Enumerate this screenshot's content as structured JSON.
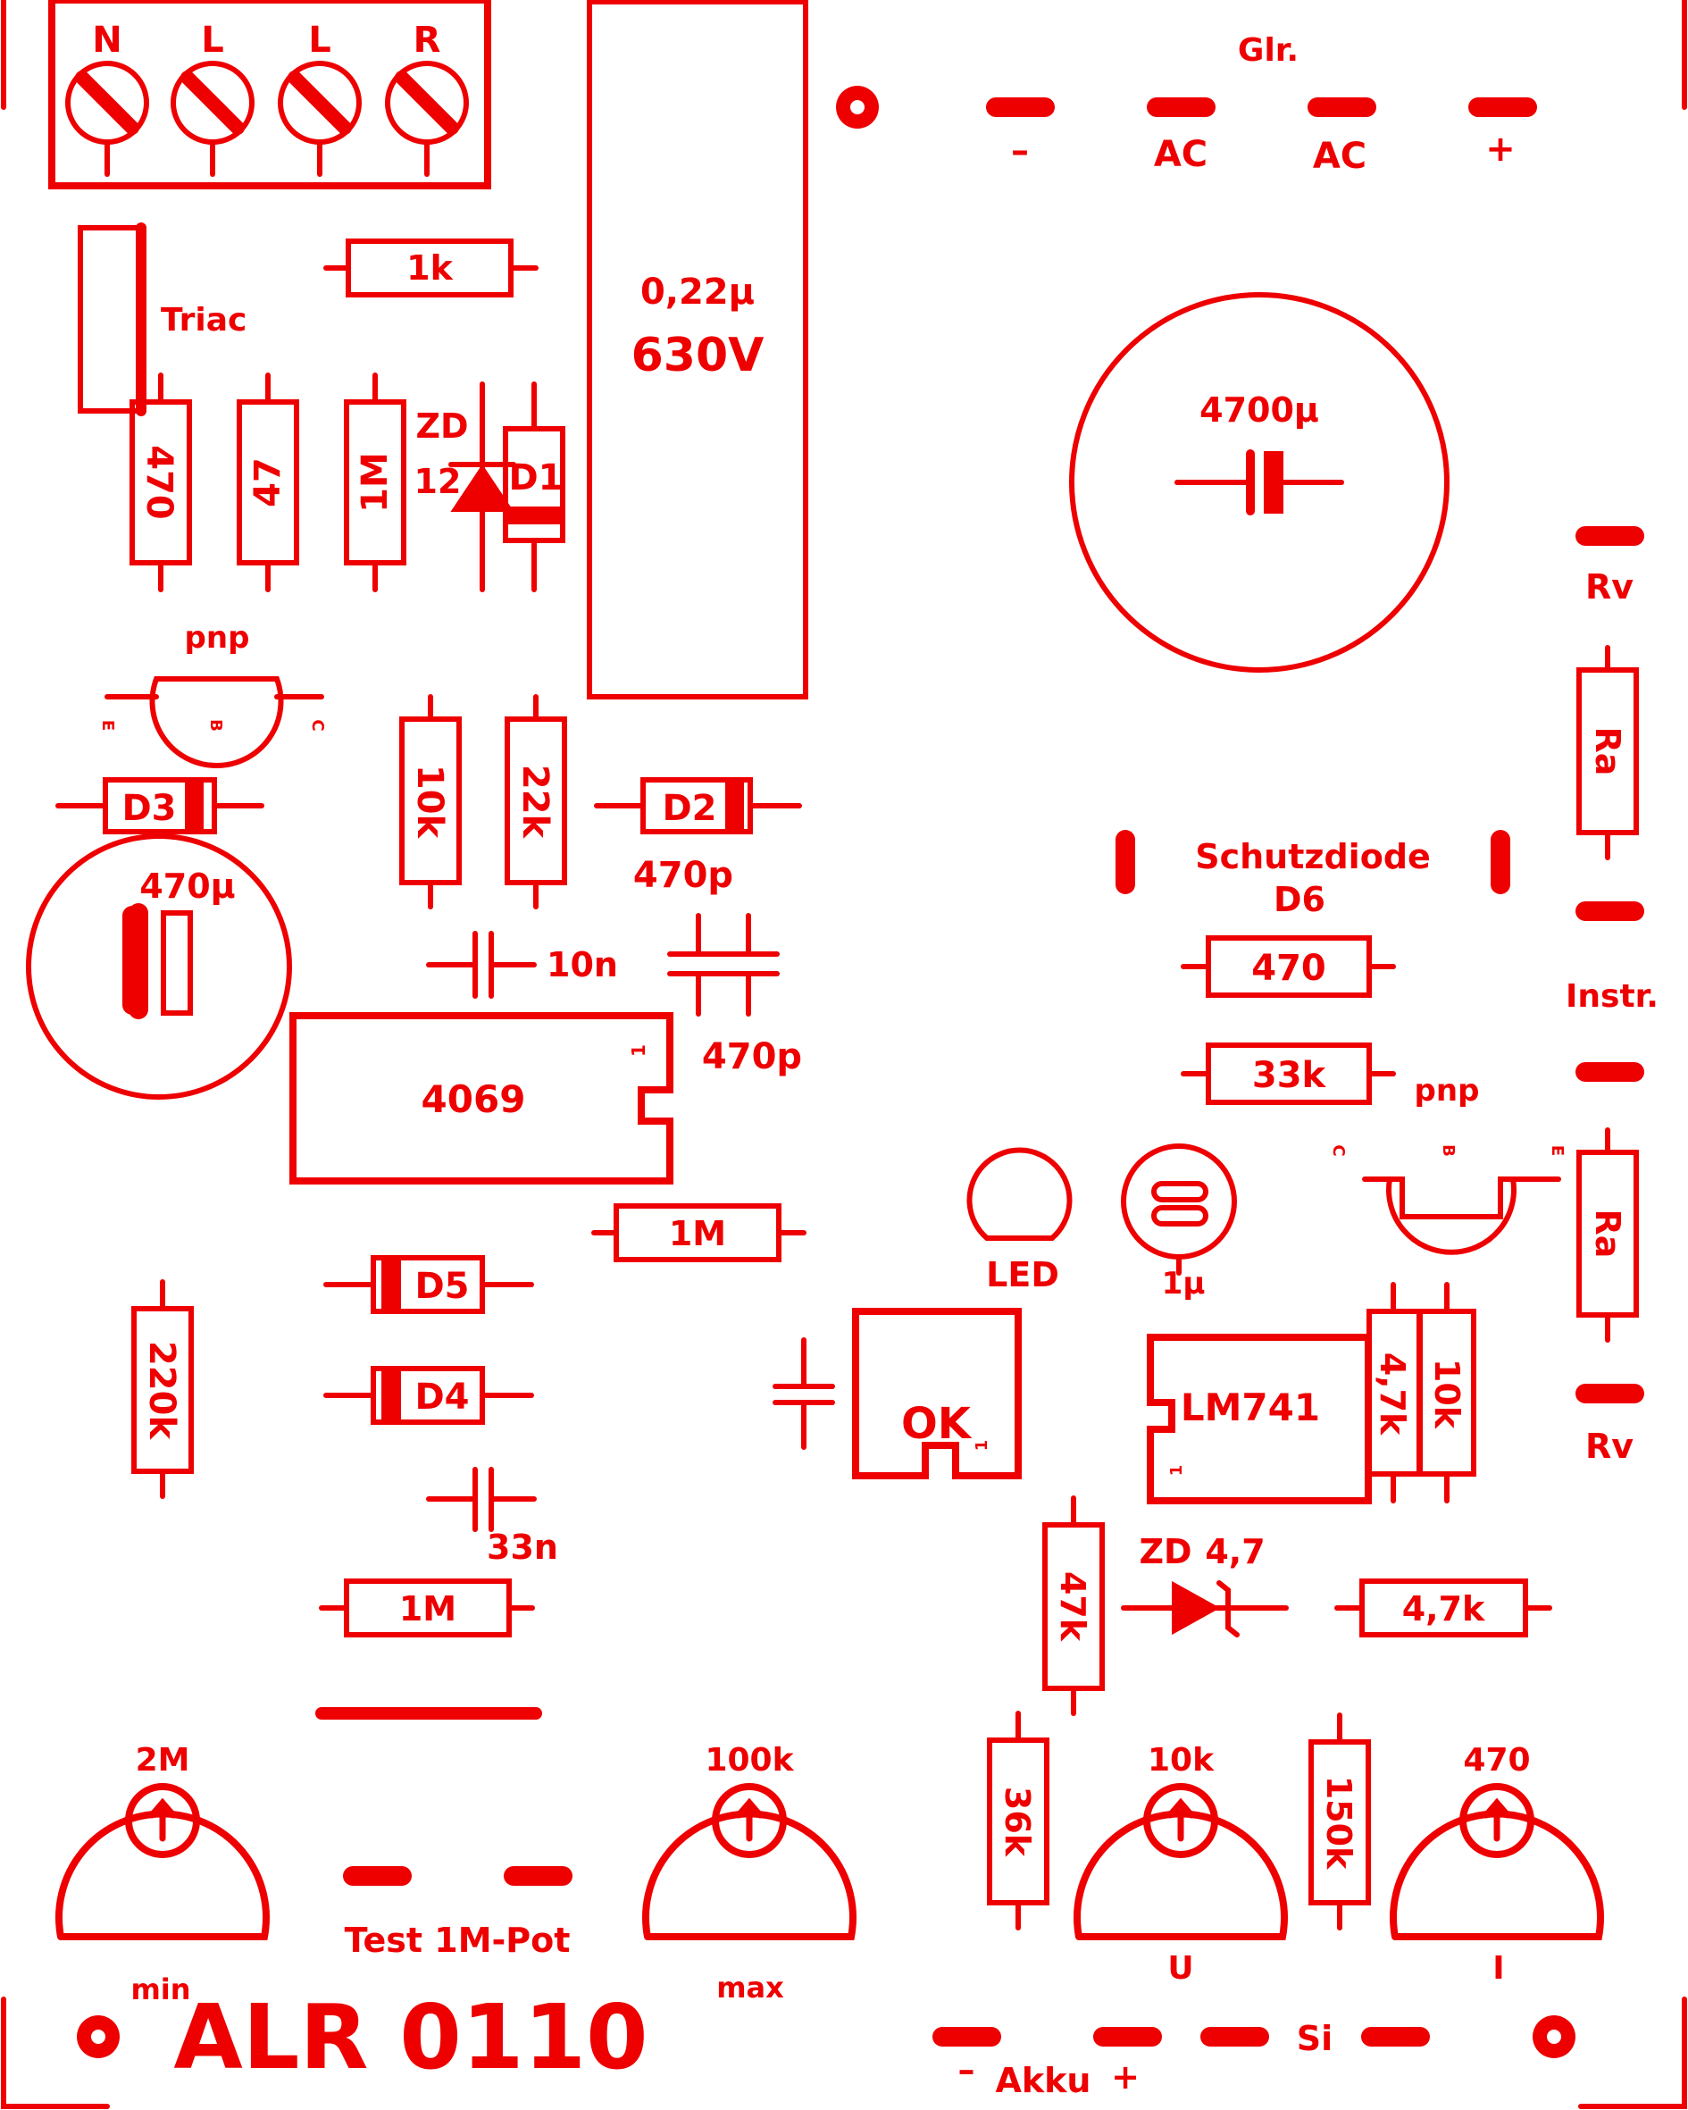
{
  "colors": {
    "ink": "#ee0000",
    "background": "#ffffff"
  },
  "terminal_block": {
    "labels": [
      "N",
      "L",
      "L",
      "R"
    ]
  },
  "rectifier": {
    "title": "Glr.",
    "pins": [
      "–",
      "AC",
      "AC",
      "+"
    ]
  },
  "components": {
    "r_1k_top": "1k",
    "triac": "Triac",
    "cap_022": "0,22µ",
    "cap_630v": "630V",
    "cap_4700": "4700µ",
    "r_470_v": "470",
    "r_47_v": "47",
    "r_1m_v": "1M",
    "zd_zd": "ZD",
    "zd_12": "12",
    "d1": "D1",
    "rv_top": "Rv",
    "pnp_1": "pnp",
    "pnp_1_e": "E",
    "pnp_1_b": "B",
    "pnp_1_c": "C",
    "r_10k_v": "10k",
    "r_22k_v": "22k",
    "d2": "D2",
    "cap_470p_a": "470p",
    "d3": "D3",
    "cap_470u": "470µ",
    "ra_top": "Ra",
    "schutzdiode": "Schutzdiode",
    "d6": "D6",
    "r_470_h": "470",
    "r_33k_h": "33k",
    "cap_10n": "10n",
    "ic_4069": "4069",
    "ic_4069_pin": "1",
    "cap_470p_b": "470p",
    "instr": "Instr.",
    "pnp_2": "pnp",
    "pnp_2_c": "C",
    "pnp_2_b": "B",
    "pnp_2_e": "E",
    "ra_bottom": "Ra",
    "r_1m_mid": "1M",
    "led": "LED",
    "cap_1u": "1µ",
    "d5": "D5",
    "r_220k_v": "220k",
    "d4": "D4",
    "ok_label": "OK",
    "ok_pin": "1",
    "ic_lm741": "LM741",
    "lm741_pin": "1",
    "r_47k_small_v": "4,7k",
    "r_10k_small_v": "10k",
    "rv_bottom": "Rv",
    "cap_33n": "33n",
    "r_1m_low": "1M",
    "r_47k_v": "47k",
    "zd47_zd": "ZD",
    "zd47_val": "4,7",
    "r_47k_h": "4,7k",
    "r_36k_v": "36k",
    "r_150k_v": "150k",
    "pot_2m": "2M",
    "pot_100k": "100k",
    "pot_10k": "10k",
    "pot_470": "470",
    "test_pot": "Test 1M-Pot",
    "min": "min",
    "max": "max",
    "u": "U",
    "i": "I",
    "akku_minus": "–",
    "akku": "Akku",
    "akku_plus": "+",
    "si": "Si",
    "board_title": "ALR 0110"
  }
}
